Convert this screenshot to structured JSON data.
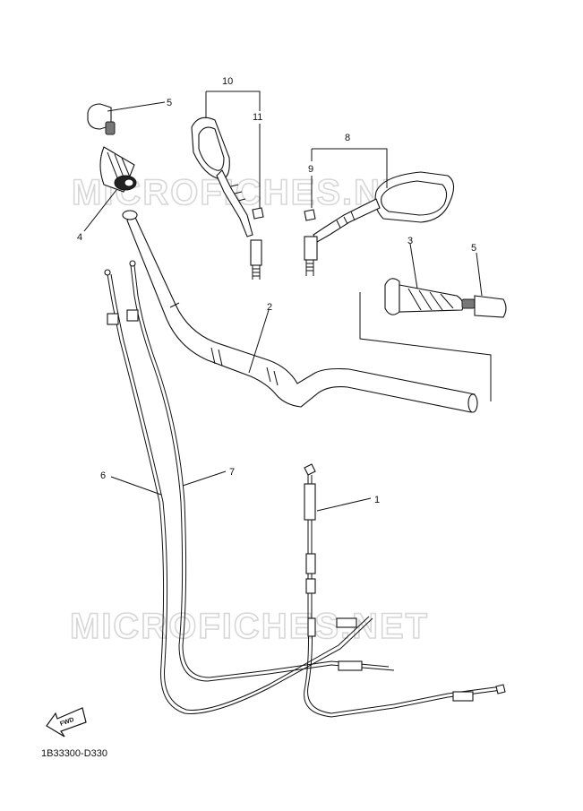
{
  "diagram": {
    "watermark": "MICROFICHES.NET",
    "fwd_label": "FWD",
    "catalog_code": "1B33300-D330",
    "callouts": [
      {
        "id": "1",
        "text": "1"
      },
      {
        "id": "2",
        "text": "2"
      },
      {
        "id": "3",
        "text": "3"
      },
      {
        "id": "4",
        "text": "4"
      },
      {
        "id": "5a",
        "text": "5"
      },
      {
        "id": "5b",
        "text": "5"
      },
      {
        "id": "6",
        "text": "6"
      },
      {
        "id": "7",
        "text": "7"
      },
      {
        "id": "8",
        "text": "8"
      },
      {
        "id": "9",
        "text": "9"
      },
      {
        "id": "10",
        "text": "10"
      },
      {
        "id": "11",
        "text": "11"
      }
    ]
  }
}
